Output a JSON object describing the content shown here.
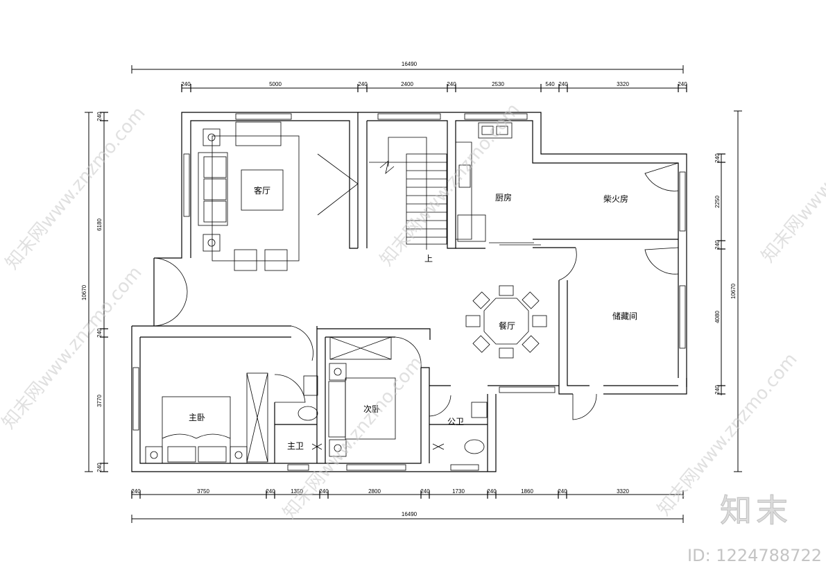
{
  "dimensions": {
    "top_overall": "16490",
    "top_segments": [
      "240",
      "5000",
      "240",
      "2400",
      "240",
      "2530",
      "540",
      "240",
      "3320",
      "240"
    ],
    "bottom_segments": [
      "240",
      "3750",
      "240",
      "1350",
      "240",
      "2800",
      "240",
      "1730",
      "240",
      "1860",
      "240",
      "3320"
    ],
    "bottom_overall": "16490",
    "left_overall": "10670",
    "left_segments": [
      "240",
      "6180",
      "240",
      "3770",
      "240"
    ],
    "right_overall": "10670",
    "right_segments": [
      "240",
      "2250",
      "240",
      "4080",
      "240"
    ]
  },
  "rooms": {
    "living_room": "客厅",
    "kitchen": "厨房",
    "firewood_room": "柴火房",
    "dining_room": "餐厅",
    "storage_room": "储藏间",
    "master_bedroom": "主卧",
    "second_bedroom": "次卧",
    "master_bath": "主卫",
    "public_bath": "公卫",
    "stair_up": "上"
  },
  "watermark": {
    "text": "知末网www.znzmo.com",
    "brand": "知末",
    "image_id": "ID: 1224788722"
  }
}
